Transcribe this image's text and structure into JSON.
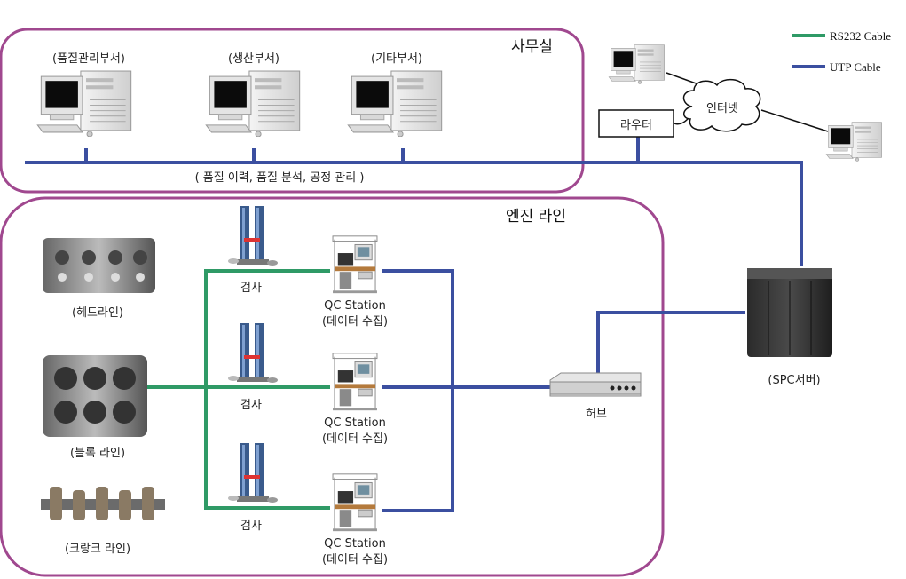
{
  "colors": {
    "region_border": "#a0488f",
    "utp": "#3b4fa0",
    "rs232": "#2f9a66"
  },
  "legend": {
    "rs232": "RS232 Cable",
    "utp": "UTP Cable"
  },
  "office": {
    "title": "사무실",
    "depts": [
      "(품질관리부서)",
      "(생산부서)",
      "(기타부서)"
    ],
    "caption": "( 품질 이력, 품질 분석, 공정 관리 )"
  },
  "network": {
    "router": "라우터",
    "internet": "인터넷"
  },
  "engine": {
    "title": "엔진 라인",
    "lines": [
      "(헤드라인)",
      "(블록 라인)",
      "(크랑크 라인)"
    ],
    "inspect": "검사",
    "qc_title": "QC Station",
    "qc_sub": "(데이터 수집)"
  },
  "hub": "허브",
  "server": "(SPC서버)"
}
